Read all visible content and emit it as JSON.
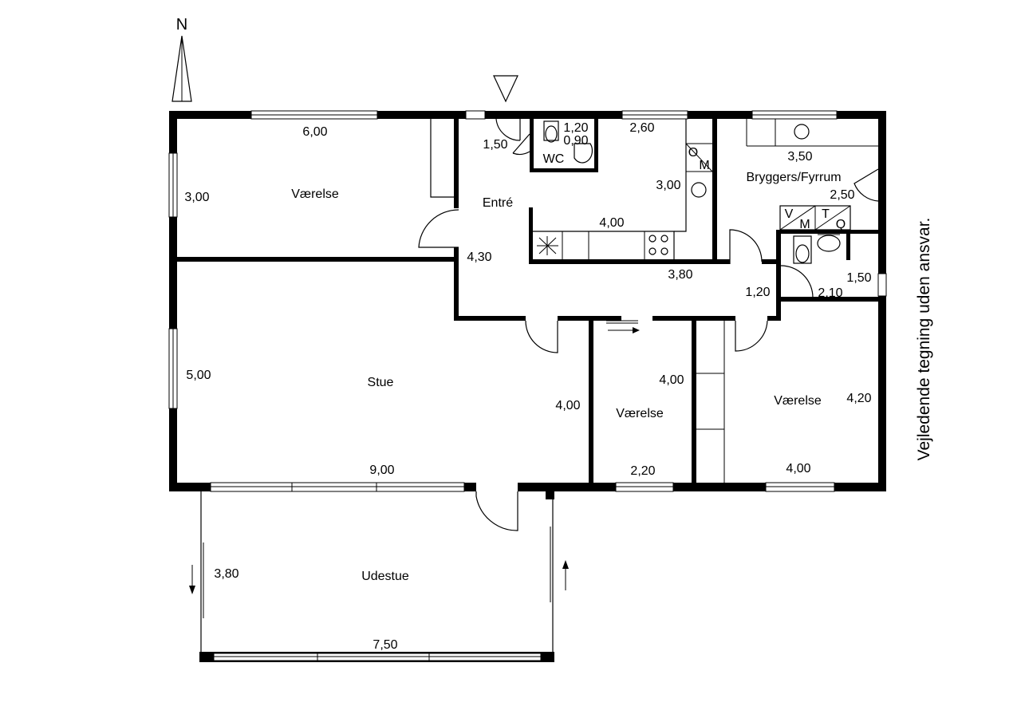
{
  "compass": {
    "label": "N"
  },
  "rooms": [
    {
      "id": "vaerelse-nw",
      "label": "Værelse"
    },
    {
      "id": "entre",
      "label": "Entré"
    },
    {
      "id": "wc",
      "label": "WC"
    },
    {
      "id": "bryggers",
      "label": "Bryggers/Fyrrum"
    },
    {
      "id": "stue",
      "label": "Stue"
    },
    {
      "id": "vaerelse-mid",
      "label": "Værelse"
    },
    {
      "id": "vaerelse-se",
      "label": "Værelse"
    },
    {
      "id": "udestue",
      "label": "Udestue"
    }
  ],
  "dimensions": [
    "6,00",
    "3,00",
    "1,50",
    "1,20",
    "0,90",
    "2,60",
    "3,00",
    "3,50",
    "2,50",
    "4,30",
    "4,00",
    "3,80",
    "1,20",
    "2,10",
    "1,50",
    "5,00",
    "9,00",
    "4,00",
    "4,00",
    "2,20",
    "4,20",
    "4,00",
    "3,80",
    "7,50"
  ],
  "appliance_letters": [
    "O",
    "M",
    "V",
    "M",
    "T",
    "Q"
  ],
  "disclaimer": "Vejledende tegning uden ansvar."
}
